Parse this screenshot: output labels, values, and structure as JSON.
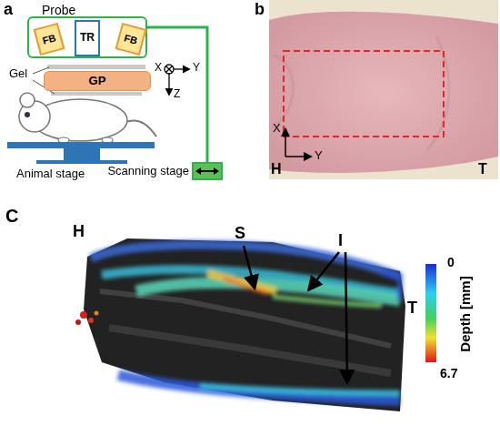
{
  "diagram": {
    "nodes": [
      {
        "text": [
          "Probe"
        ]
      },
      {
        "text": [
          "FB"
        ],
        "in": 0
      },
      {
        "text": [
          "TR"
        ],
        "in": 0
      },
      {
        "text": [
          "FB"
        ],
        "in": 0
      },
      {
        "text": [
          "GP"
        ]
      },
      {
        "text": [
          "Scanning stage"
        ]
      }
    ],
    "edges": [
      {
        "from": 0,
        "to": 5,
        "arrow": "none"
      }
    ],
    "labels": [
      "a",
      "Gel",
      "X",
      "Y",
      "Z",
      "Animal stage",
      "b",
      "X",
      "Y",
      "H",
      "T",
      "C",
      "H",
      "S",
      "I",
      "T",
      "0",
      "6.7",
      "Depth [mm]"
    ]
  }
}
